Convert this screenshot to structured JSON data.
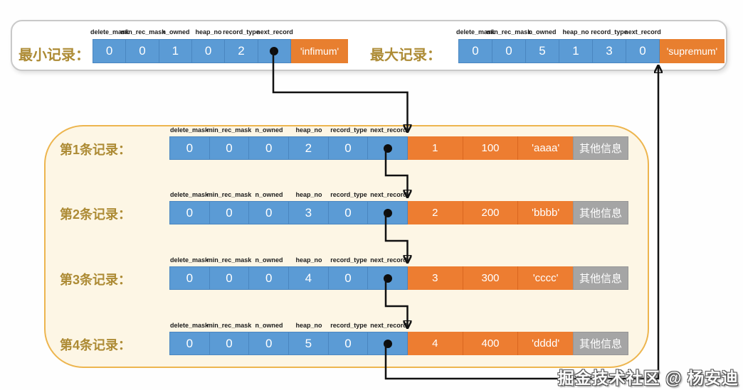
{
  "field_labels": [
    "delete_mask",
    "min_rec_mask",
    "n_owned",
    "heap_no",
    "record_type",
    "next_record"
  ],
  "min_record": {
    "label": "最小记录：",
    "values": [
      "0",
      "0",
      "1",
      "0",
      "2"
    ],
    "tail": "'infimum'"
  },
  "max_record": {
    "label": "最大记录：",
    "values": [
      "0",
      "0",
      "5",
      "1",
      "3",
      "0"
    ],
    "tail": "'supremum'"
  },
  "records": [
    {
      "label": "第1条记录：",
      "header_values": [
        "0",
        "0",
        "0",
        "2",
        "0"
      ],
      "data_values": [
        "1",
        "100",
        "'aaaa'"
      ],
      "extra": "其他信息"
    },
    {
      "label": "第2条记录：",
      "header_values": [
        "0",
        "0",
        "0",
        "3",
        "0"
      ],
      "data_values": [
        "2",
        "200",
        "'bbbb'"
      ],
      "extra": "其他信息"
    },
    {
      "label": "第3条记录：",
      "header_values": [
        "0",
        "0",
        "0",
        "4",
        "0"
      ],
      "data_values": [
        "3",
        "300",
        "'cccc'"
      ],
      "extra": "其他信息"
    },
    {
      "label": "第4条记录：",
      "header_values": [
        "0",
        "0",
        "0",
        "5",
        "0"
      ],
      "data_values": [
        "4",
        "400",
        "'dddd'"
      ],
      "extra": "其他信息"
    }
  ],
  "icons": {
    "next_record_pointer": "black-dot"
  },
  "watermark": "掘金技术社区 @ 杨安迪",
  "colors": {
    "cell_blue": "#5b9bd5",
    "cell_orange": "#ed7d31",
    "cell_gray": "#a5a5a5",
    "label_gold": "#ad8b35",
    "container_fill": "#fdf6e5",
    "container_border": "#edb54e",
    "arrow": "#111111"
  }
}
